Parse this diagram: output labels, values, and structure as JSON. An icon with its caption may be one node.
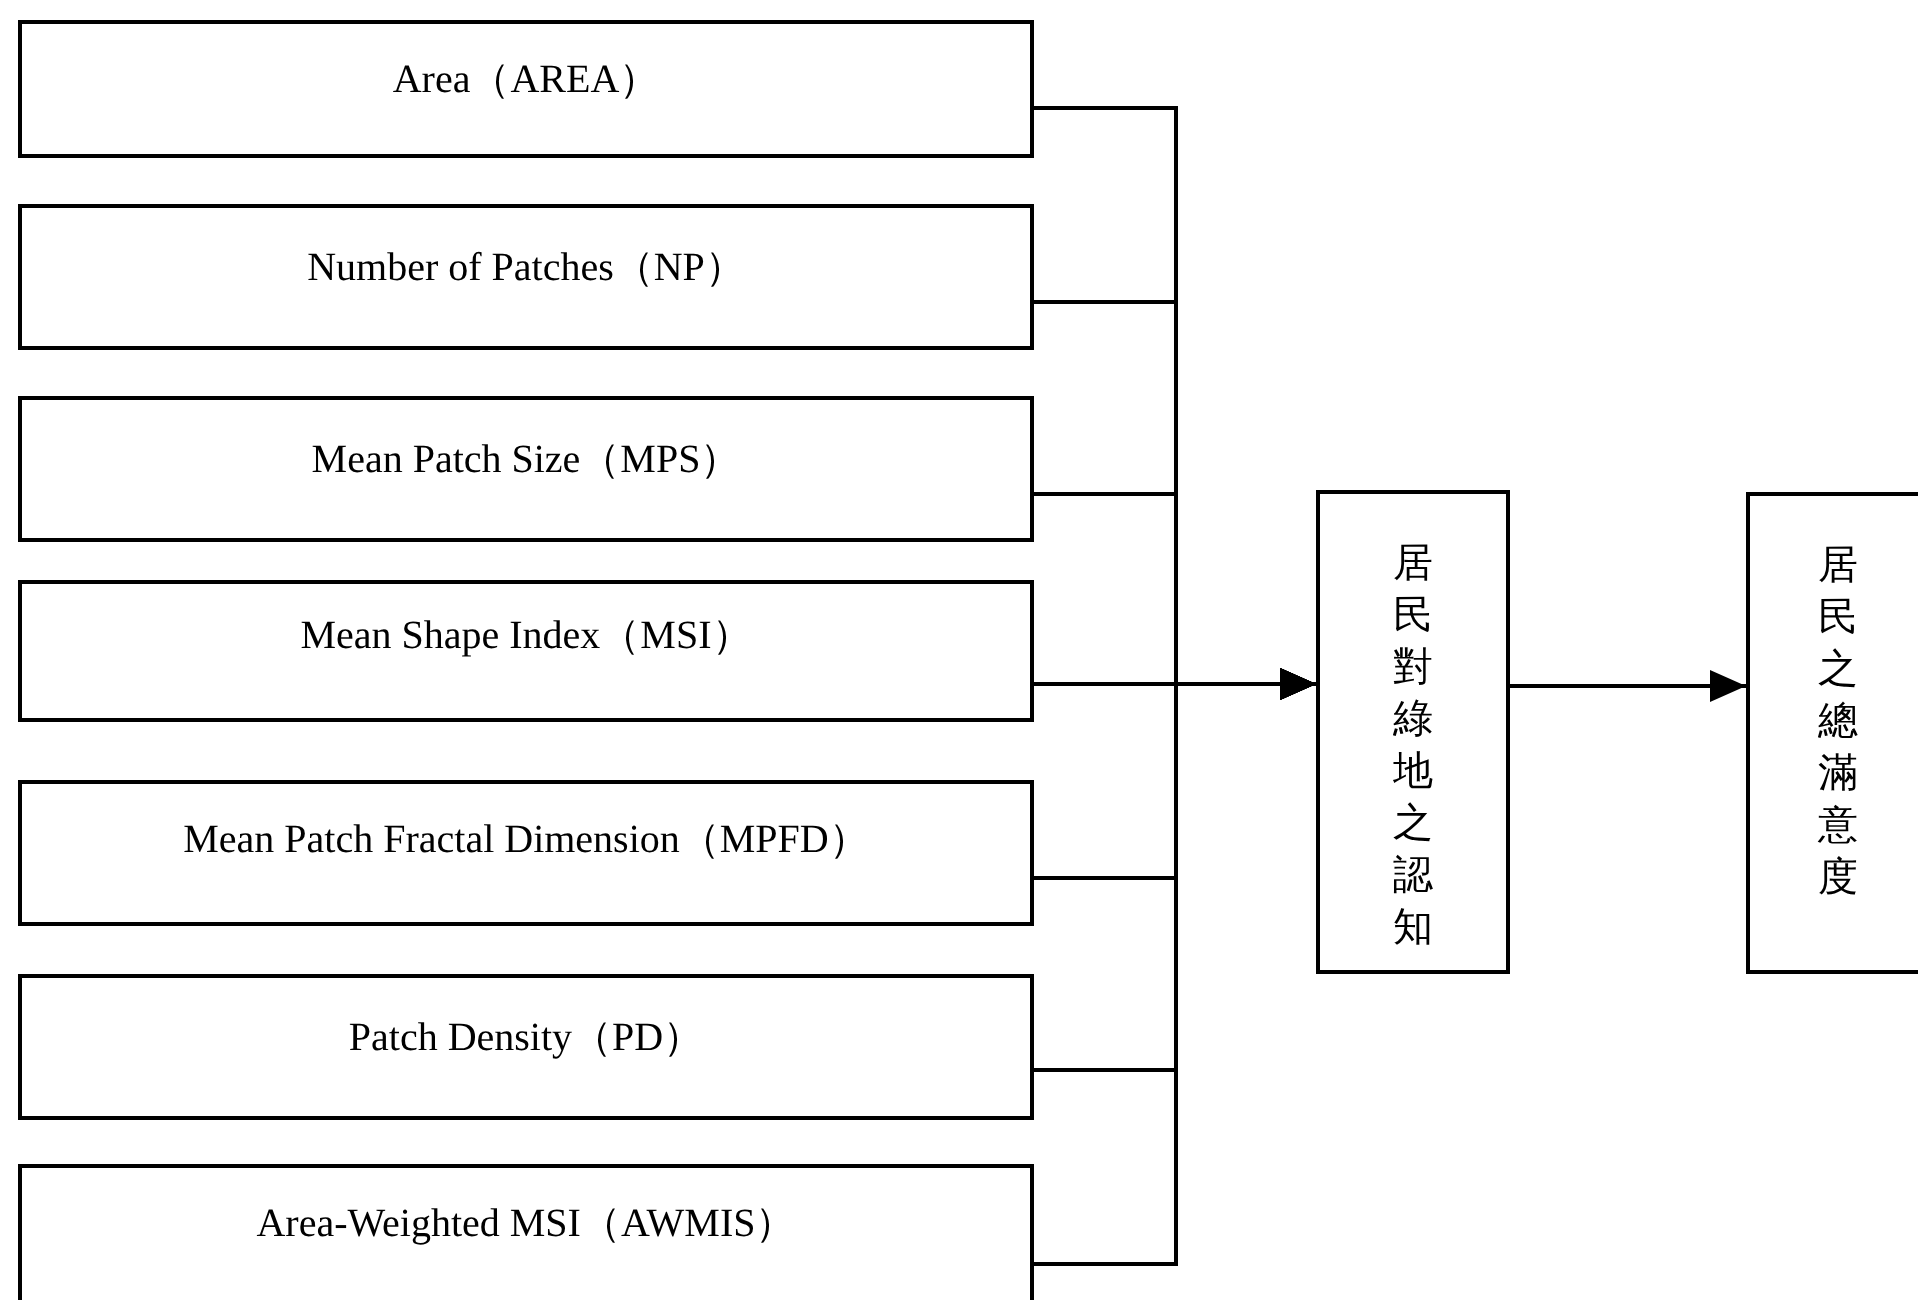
{
  "diagram": {
    "nodes": [
      {
        "text": [
          "Area（AREA）"
        ]
      },
      {
        "text": [
          "Number of Patches（NP）"
        ]
      },
      {
        "text": [
          "Mean Patch Size（MPS）"
        ]
      },
      {
        "text": [
          "Mean Shape Index（MSI）"
        ]
      },
      {
        "text": [
          "Mean Patch Fractal Dimension（MPFD）"
        ]
      },
      {
        "text": [
          "Patch Density（PD）"
        ]
      },
      {
        "text": [
          "Area-Weighted MSI（AWMIS）"
        ]
      },
      {
        "text": [
          "居民對綠地之認知"
        ]
      },
      {
        "text": [
          "居民之總滿意度"
        ]
      }
    ],
    "edges": [
      {
        "from": 0,
        "to": 7,
        "arrow": "to"
      },
      {
        "from": 1,
        "to": 7,
        "arrow": "to"
      },
      {
        "from": 2,
        "to": 7,
        "arrow": "to"
      },
      {
        "from": 3,
        "to": 7,
        "arrow": "to"
      },
      {
        "from": 4,
        "to": 7,
        "arrow": "to"
      },
      {
        "from": 5,
        "to": 7,
        "arrow": "to"
      },
      {
        "from": 6,
        "to": 7,
        "arrow": "to"
      },
      {
        "from": 7,
        "to": 8,
        "arrow": "to"
      }
    ]
  }
}
